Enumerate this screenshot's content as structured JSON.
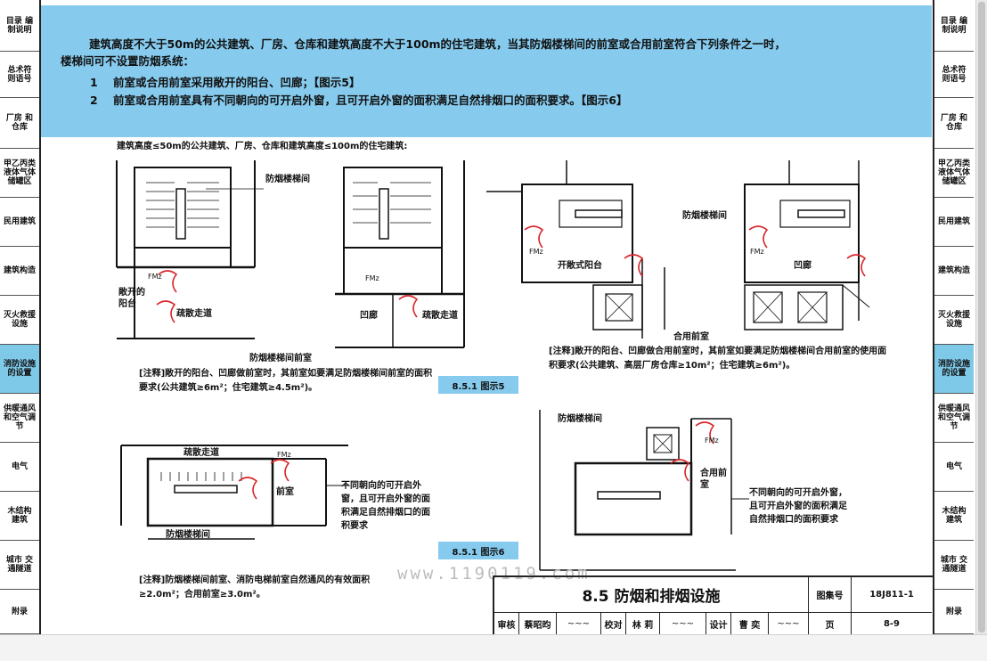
{
  "left_tabs": [
    {
      "label": "目录 编制说明",
      "active": false
    },
    {
      "label": "总术符 则语号",
      "active": false
    },
    {
      "label": "厂房 和仓库",
      "active": false
    },
    {
      "label": "甲乙丙类液体气体储罐区",
      "active": false
    },
    {
      "label": "民用建筑",
      "active": false
    },
    {
      "label": "建筑构造",
      "active": false
    },
    {
      "label": "灭火救援 设施",
      "active": false
    },
    {
      "label": "消防设施 的设置",
      "active": true
    },
    {
      "label": "供暖通风 和空气调节",
      "active": false
    },
    {
      "label": "电气",
      "active": false
    },
    {
      "label": "木结构 建筑",
      "active": false
    },
    {
      "label": "城市 交通隧道",
      "active": false
    },
    {
      "label": "附录",
      "active": false
    }
  ],
  "right_tabs": [
    {
      "label": "目录 编制说明",
      "active": false
    },
    {
      "label": "总术符 则语号",
      "active": false
    },
    {
      "label": "厂房 和仓库",
      "active": false
    },
    {
      "label": "甲乙丙类液体气体储罐区",
      "active": false
    },
    {
      "label": "民用建筑",
      "active": false
    },
    {
      "label": "建筑构造",
      "active": false
    },
    {
      "label": "灭火救援 设施",
      "active": false
    },
    {
      "label": "消防设施 的设置",
      "active": true
    },
    {
      "label": "供暖通风 和空气调节",
      "active": false
    },
    {
      "label": "电气",
      "active": false
    },
    {
      "label": "木结构 建筑",
      "active": false
    },
    {
      "label": "城市 交通隧道",
      "active": false
    },
    {
      "label": "附录",
      "active": false
    }
  ],
  "header": {
    "intro_line1": "建筑高度不大于50m的公共建筑、厂房、仓库和建筑高度不大于100m的住宅建筑，当其防烟楼梯间的前室或合用前室符合下列条件之一时，",
    "intro_line2": "楼梯间可不设置防烟系统：",
    "conditions": [
      {
        "num": "1",
        "text": "前室或合用前室采用敞开的阳台、凹廊；【图示5】"
      },
      {
        "num": "2",
        "text": "前室或合用前室具有不同朝向的可开启外窗，且可开启外窗的面积满足自然排烟口的面积要求。【图示6】"
      }
    ]
  },
  "fig5": {
    "subtitle": "建筑高度≤50m的公共建筑、厂房、仓库和建筑高度≤100m的住宅建筑:",
    "stair_label": "防烟楼梯间",
    "open_balcony": "敞开的阳台",
    "evac_corridor": "疏散走道",
    "recessed_corridor": "凹廊",
    "evac_corridor2": "疏散走道",
    "anteroom_caption": "防烟楼梯间前室",
    "fm": "FMz",
    "note": "[注释]敞开的阳台、凹廊做前室时，其前室如要满足防烟楼梯间前室的面积要求(公共建筑≥6m²；住宅建筑≥4.5m²)。",
    "right_stair_label": "防烟楼梯间",
    "right_open_balcony": "开敞式阳台",
    "right_recessed": "凹廊",
    "shared_anteroom": "合用前室",
    "right_note": "[注释]敞开的阳台、凹廊做合用前室时，其前室如要满足防烟楼梯间合用前室的使用面积要求(公共建筑、高层厂房仓库≥10m²；住宅建筑≥6m²)。",
    "label": "8.5.1 图示5"
  },
  "fig6": {
    "evac_corridor": "疏散走道",
    "anteroom": "前室",
    "stair_label": "防烟楼梯间",
    "window_note": "不同朝向的可开启外窗，且可开启外窗的面积满足自然排烟口的面积要求",
    "note": "[注释]防烟楼梯间前室、消防电梯前室自然通风的有效面积≥2.0m²；合用前室≥3.0m²。",
    "right_stair_label": "防烟楼梯间",
    "right_shared_anteroom": "合用前室",
    "right_window_note": "不同朝向的可开启外窗，且可开启外窗的面积满足自然排烟口的面积要求",
    "fm": "FMz",
    "label": "8.5.1 图示6"
  },
  "watermark": "www.1190119.com",
  "titleblock": {
    "title": "8.5 防烟和排烟设施",
    "atlas_no_label": "图集号",
    "atlas_no": "18J811-1",
    "page_label": "页",
    "page_no": "8-9",
    "review_label": "审核",
    "reviewer": "蔡昭昀",
    "check_label": "校对",
    "checker": "林 莉",
    "design_label": "设计",
    "designer": "曹 奕"
  },
  "colors": {
    "header_bg": "#86cbee",
    "fm_door": "#d9262b",
    "label_bg": "#86cbee"
  }
}
